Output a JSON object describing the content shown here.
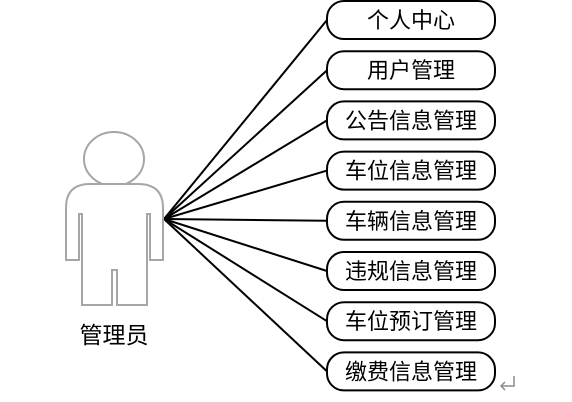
{
  "actor": {
    "label": "管理员",
    "icon": "person-outline-icon",
    "outline_color": "#a6a6a6"
  },
  "functions": [
    {
      "label": "个人中心"
    },
    {
      "label": "用户管理"
    },
    {
      "label": "公告信息管理"
    },
    {
      "label": "车位信息管理"
    },
    {
      "label": "车辆信息管理"
    },
    {
      "label": "违规信息管理"
    },
    {
      "label": "车位预订管理"
    },
    {
      "label": "缴费信息管理"
    }
  ],
  "paragraph_mark": {
    "icon": "paragraph-return-icon",
    "color": "#8c8c8c"
  }
}
